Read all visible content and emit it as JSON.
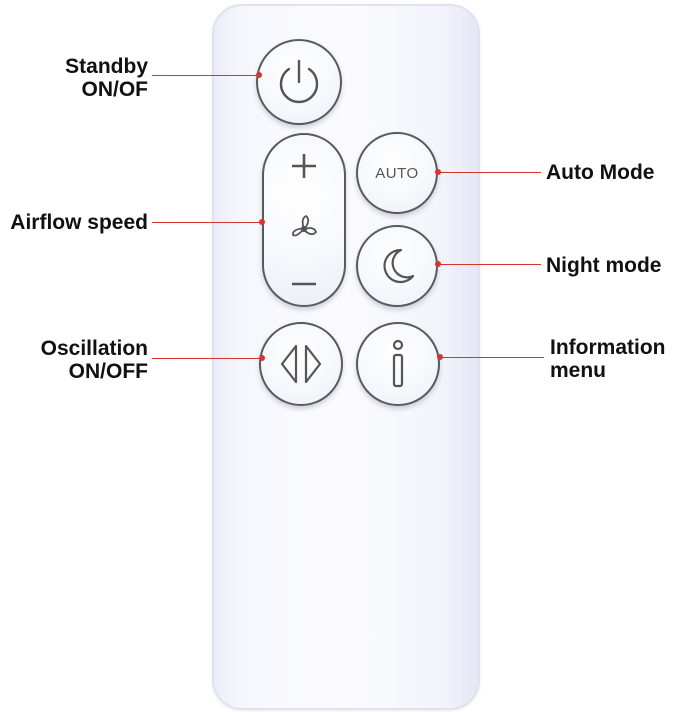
{
  "remote": {
    "buttons": {
      "standby": {
        "icon": "power-icon"
      },
      "speed_up": {
        "icon": "plus-icon"
      },
      "fan": {
        "icon": "fan-icon"
      },
      "speed_down": {
        "icon": "minus-icon"
      },
      "auto": {
        "label": "AUTO"
      },
      "night": {
        "icon": "moon-icon"
      },
      "oscillation": {
        "icon": "oscillation-arrows-icon"
      },
      "info": {
        "icon": "info-icon"
      }
    }
  },
  "labels": {
    "standby_line1": "Standby",
    "standby_line2": "ON/OF",
    "airflow": "Airflow speed",
    "oscillation_line1": "Oscillation",
    "oscillation_line2": "ON/OFF",
    "auto": "Auto Mode",
    "night": "Night mode",
    "info_line1": "Information",
    "info_line2": "menu"
  },
  "colors": {
    "leader": "#d9332e",
    "button_outline": "#5a5a5a",
    "remote_body": "#f6f7fd"
  }
}
